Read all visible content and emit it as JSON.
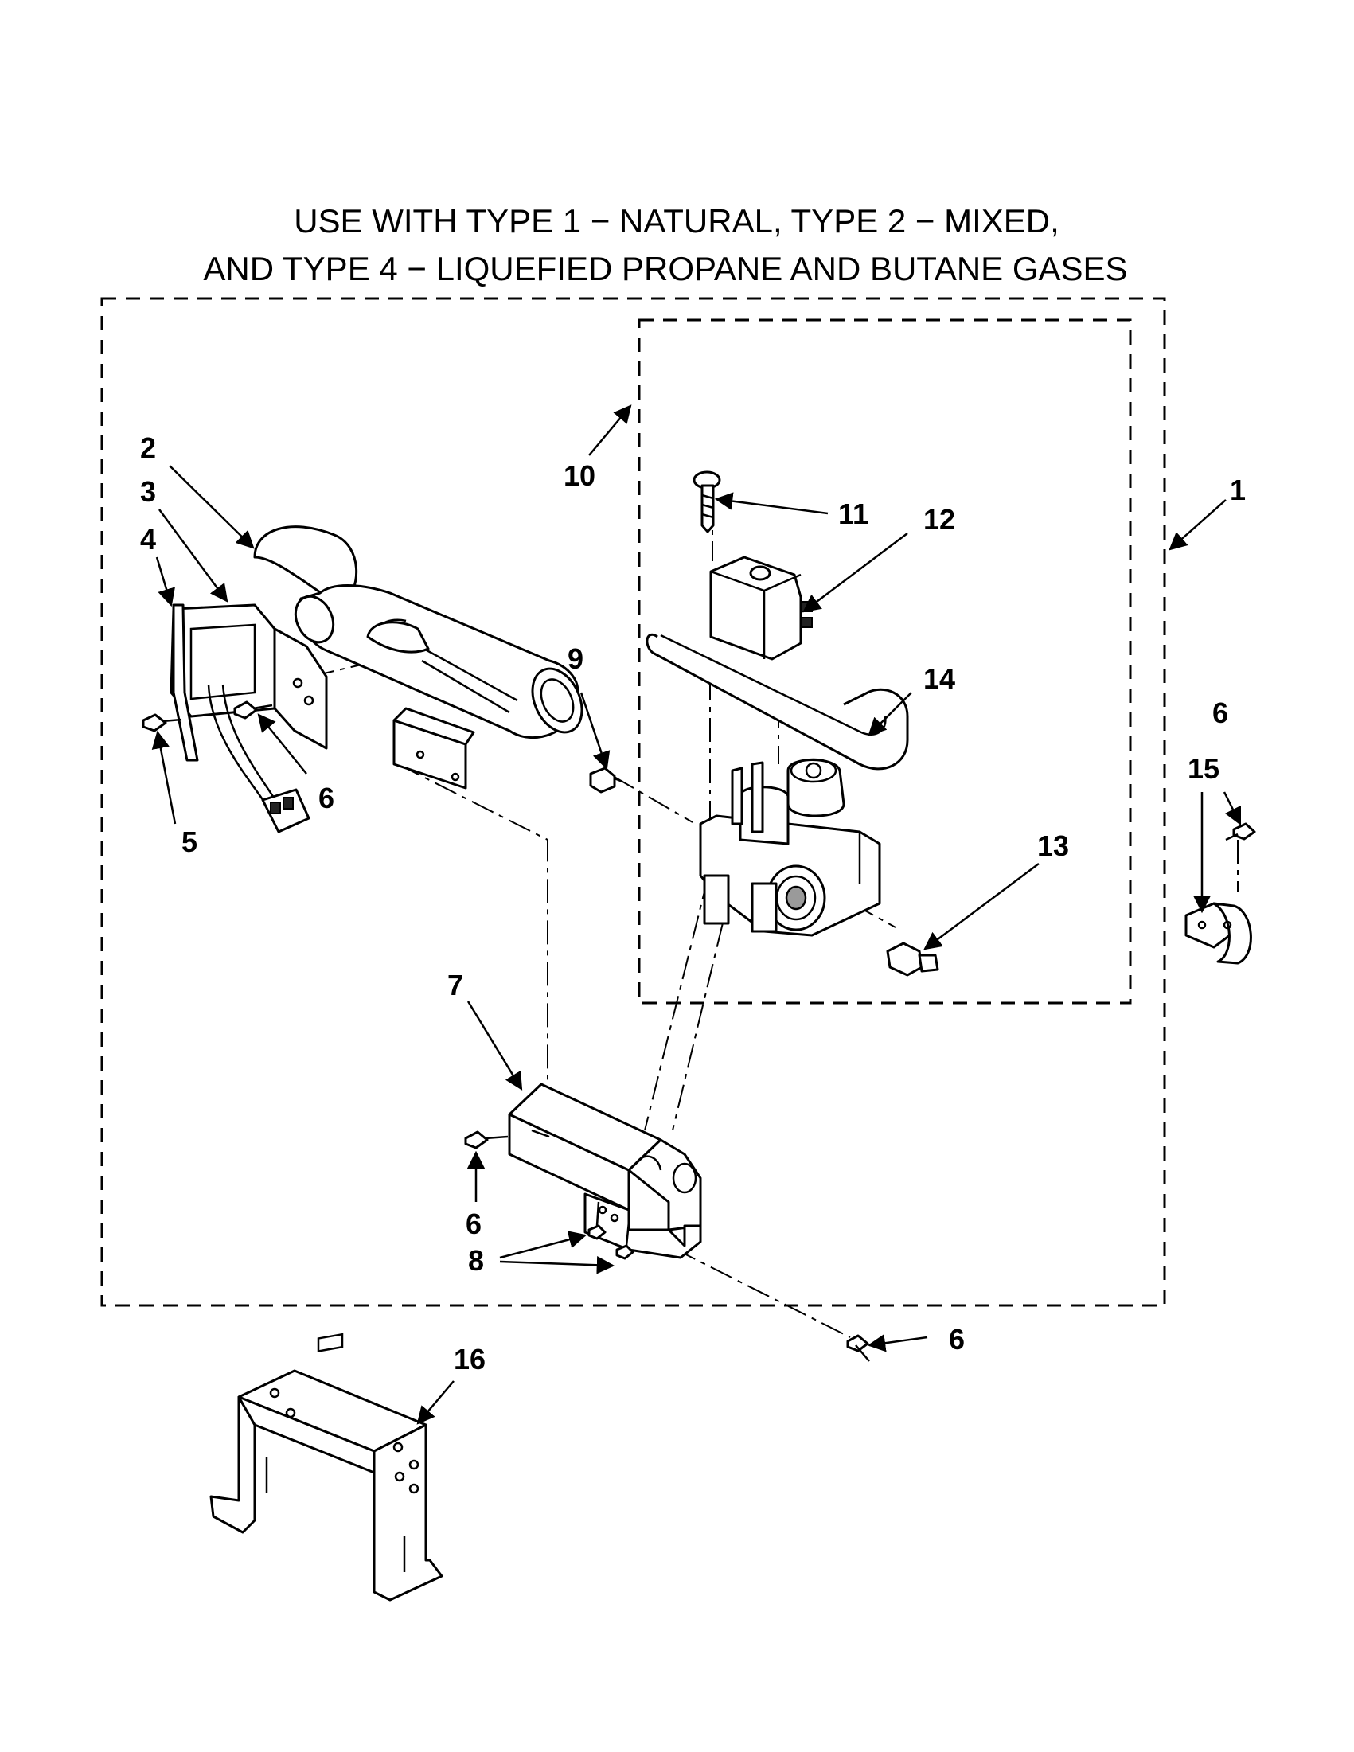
{
  "title": {
    "line1": "USE WITH TYPE 1 − NATURAL, TYPE 2 − MIXED,",
    "line2": "AND TYPE 4 − LIQUEFIED PROPANE AND BUTANE GASES"
  },
  "callouts": {
    "c1": "1",
    "c2": "2",
    "c3": "3",
    "c4": "4",
    "c5": "5",
    "c6a": "6",
    "c6b": "6",
    "c6c": "6",
    "c6d": "6",
    "c7": "7",
    "c8": "8",
    "c9": "9",
    "c10": "10",
    "c11": "11",
    "c12": "12",
    "c13": "13",
    "c14": "14",
    "c15": "15",
    "c16": "16"
  }
}
